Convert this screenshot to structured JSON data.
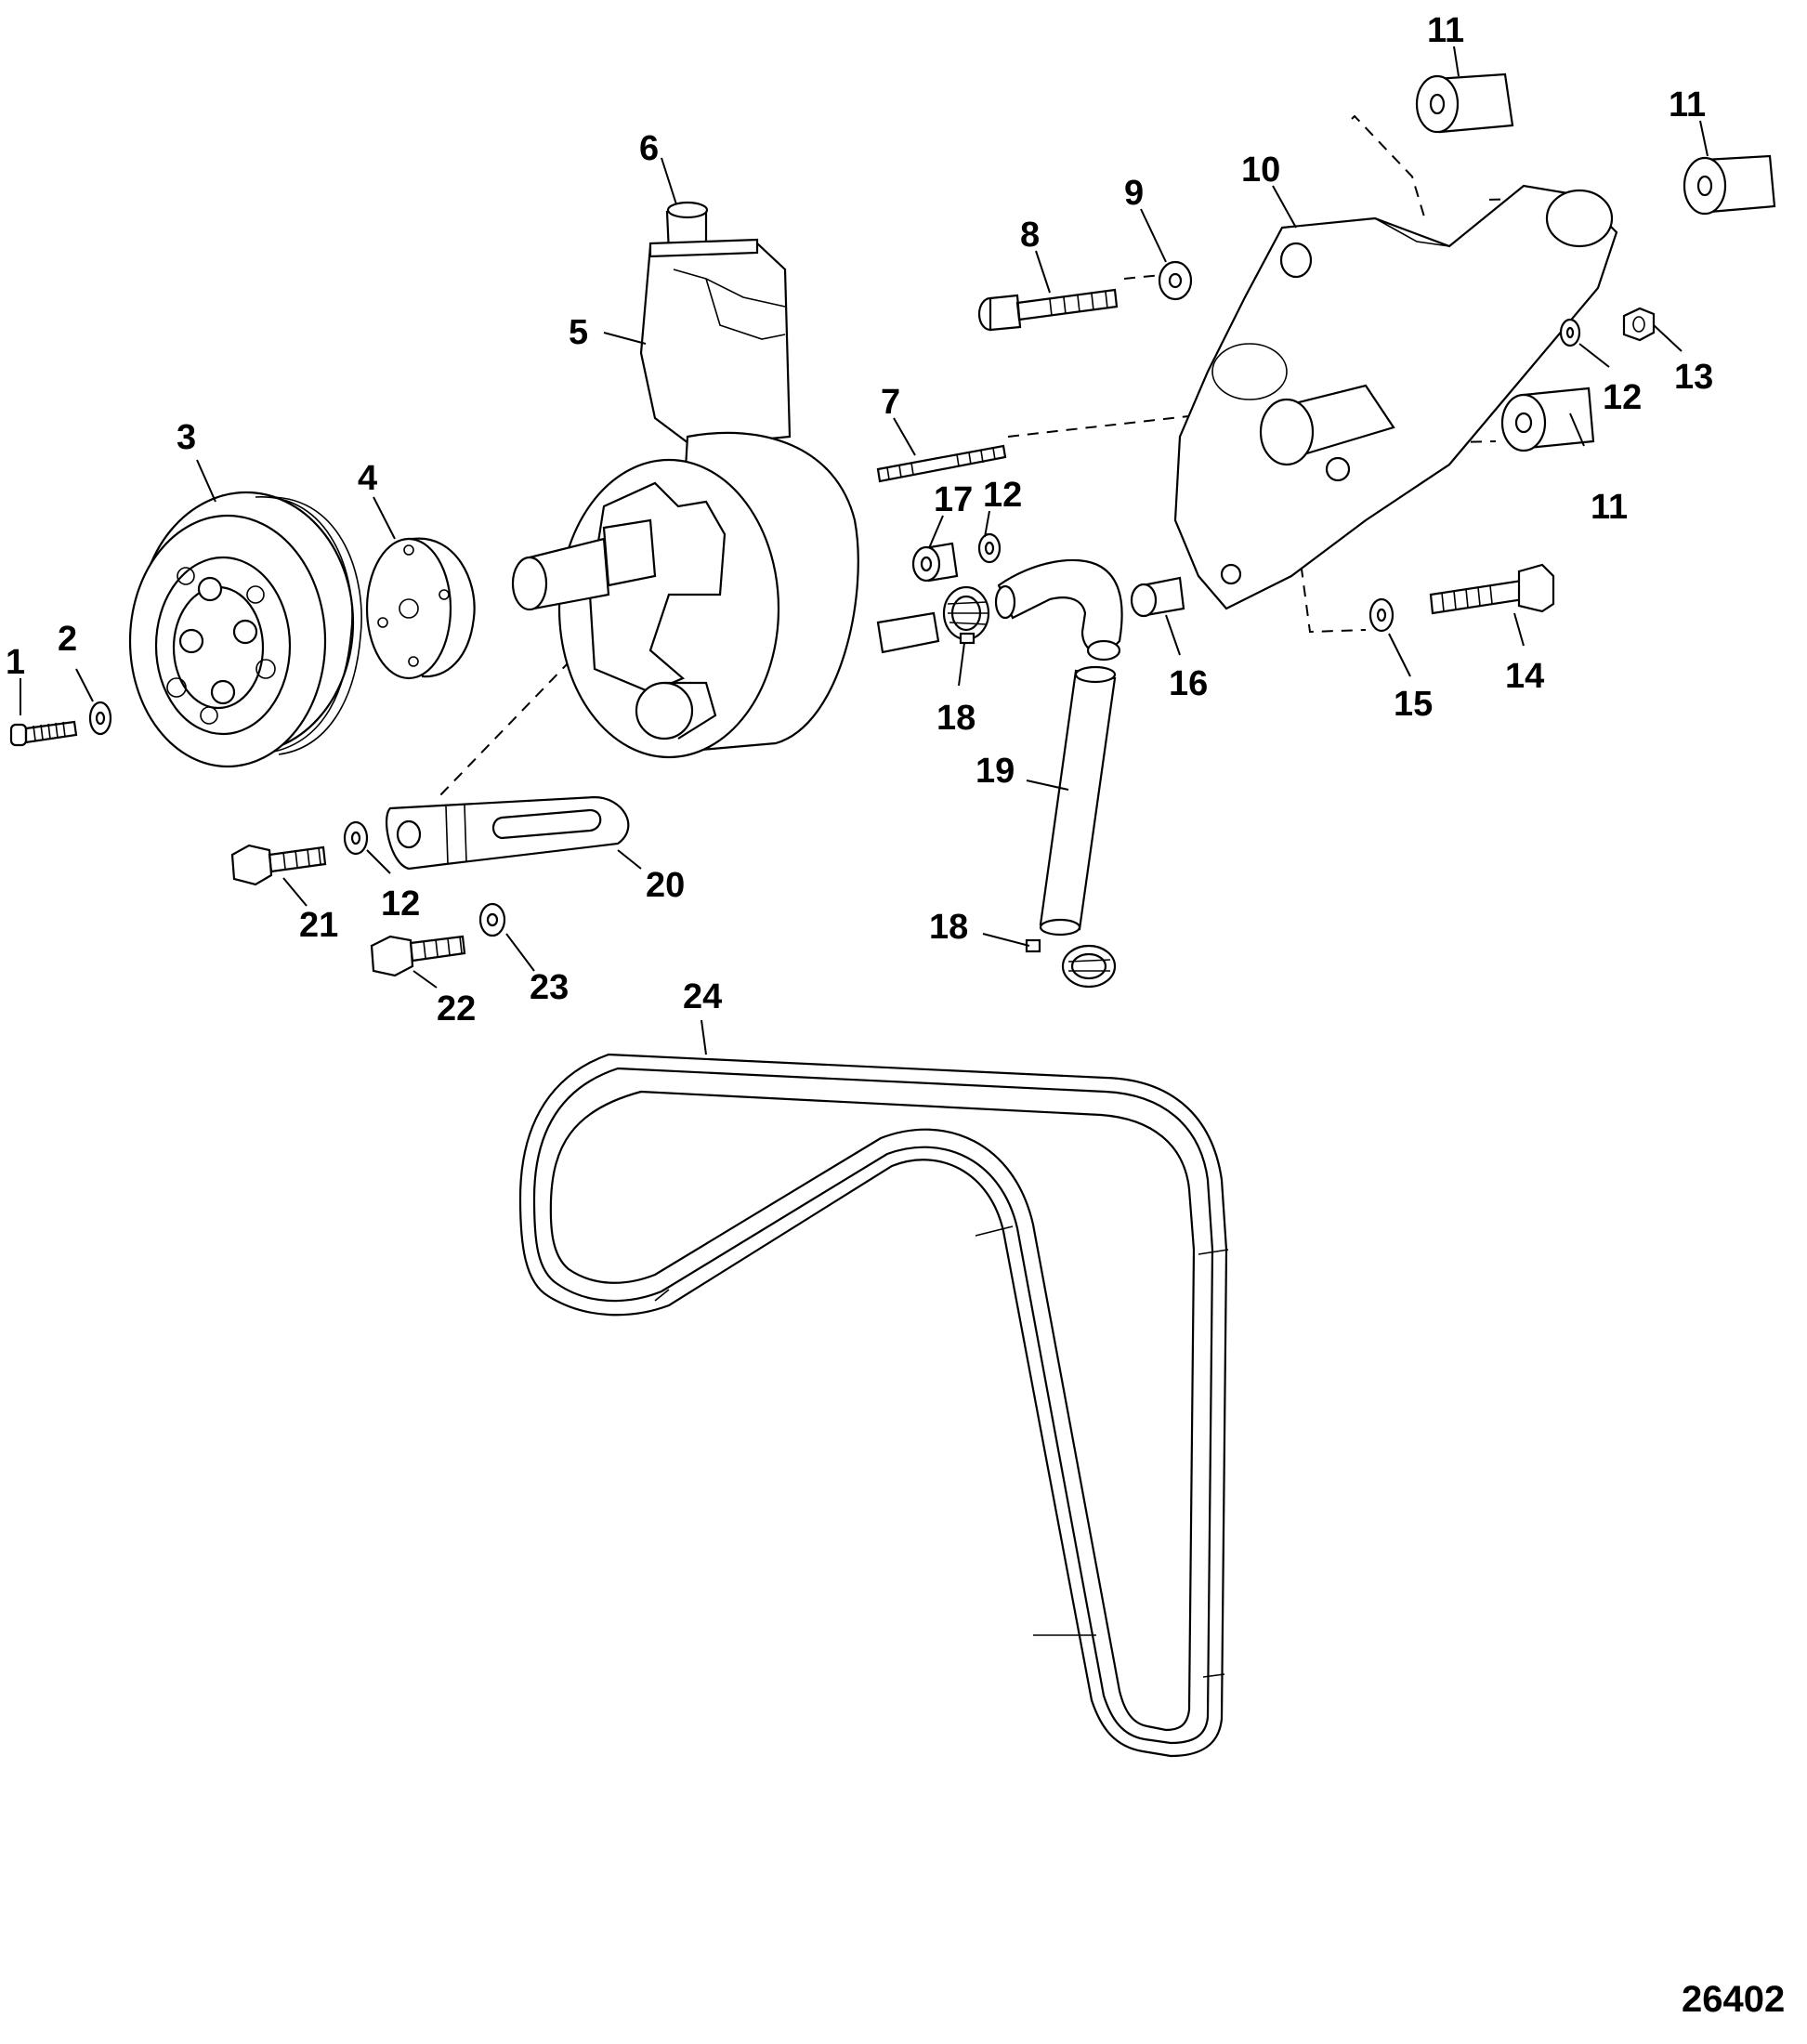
{
  "figure_id": "26402",
  "callouts": {
    "c1": "1",
    "c2": "2",
    "c3": "3",
    "c4": "4",
    "c5": "5",
    "c6": "6",
    "c7": "7",
    "c8": "8",
    "c9": "9",
    "c10": "10",
    "c11a": "11",
    "c11b": "11",
    "c11c": "11",
    "c12a": "12",
    "c12b": "12",
    "c12c": "12",
    "c13": "13",
    "c14": "14",
    "c15": "15",
    "c16": "16",
    "c17": "17",
    "c18a": "18",
    "c18b": "18",
    "c19": "19",
    "c20": "20",
    "c21": "21",
    "c22": "22",
    "c23": "23",
    "c24": "24"
  },
  "colors": {
    "line": "#000000",
    "background": "#ffffff"
  }
}
